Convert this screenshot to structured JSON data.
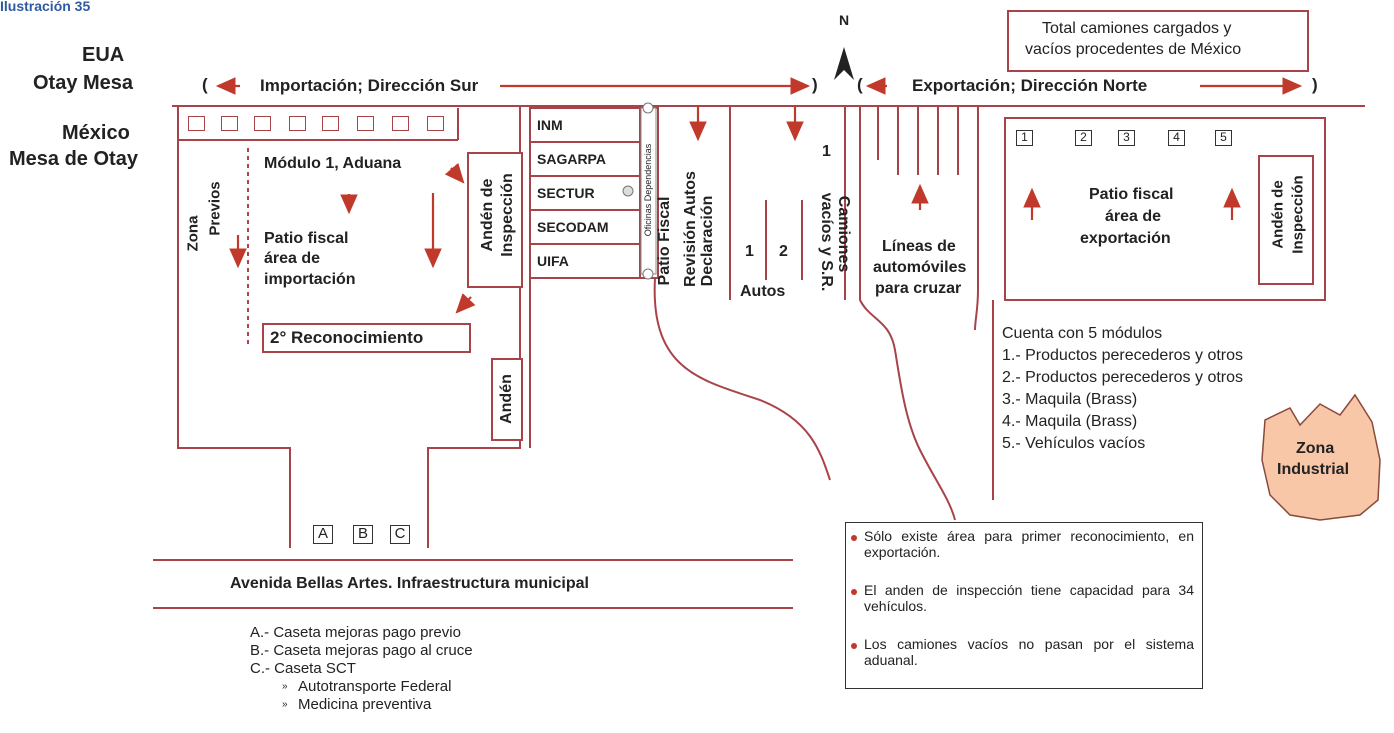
{
  "caption": "Ilustración 35",
  "colors": {
    "line": "#a8434a",
    "accent": "#2f5aa0",
    "zone": "#f7c7a8"
  },
  "compass": {
    "label": "N"
  },
  "top_left": {
    "country": "EUA",
    "place": "Otay Mesa"
  },
  "mid_left": {
    "country": "México",
    "place": "Mesa de Otay"
  },
  "top_box": {
    "line1": "Total camiones cargados y",
    "line2": "vacíos procedentes de México"
  },
  "import_label": "Importación; Dirección Sur",
  "export_label": "Exportación; Dirección Norte",
  "paren": {
    "open": "(",
    "close": ")"
  },
  "import_area": {
    "zona_previos_1": "Zona",
    "zona_previos_2": "Previos",
    "modulo": "Módulo 1, Aduana",
    "patio1": "Patio fiscal",
    "patio2": "área de",
    "patio3": "importación",
    "anden_inspeccion_1": "Andén de",
    "anden_inspeccion_2": "Inspección",
    "reconocimiento": "2° Reconocimiento",
    "anden": "Andén"
  },
  "dependencies": [
    "INM",
    "SAGARPA",
    "SECTUR",
    "SECODAM",
    "UIFA"
  ],
  "oficinas": "Oficinas Dependencias",
  "patio_revision": {
    "line1": "Patio Fiscal",
    "line2": "Revisión Autos",
    "line3": "Declaración"
  },
  "lanes": {
    "one": "1",
    "two": "2",
    "autos": "Autos",
    "top_one": "1",
    "camiones_1": "Camiones",
    "camiones_2": "vacíos y S.R."
  },
  "lineas": {
    "line1": "Líneas de",
    "line2": "automóviles",
    "line3": "para cruzar"
  },
  "export_area": {
    "modules": [
      "1",
      "2",
      "3",
      "4",
      "5"
    ],
    "patio1": "Patio fiscal",
    "patio2": "área de",
    "patio3": "exportación",
    "anden_1": "Andén de",
    "anden_2": "Inspección"
  },
  "modules_info": {
    "title": "Cuenta con 5 módulos",
    "items": [
      "1.- Productos perecederos y otros",
      "2.- Productos perecederos y otros",
      "3.- Maquila (Brass)",
      "4.- Maquila (Brass)",
      "5.- Vehículos vacíos"
    ]
  },
  "zona_industrial": {
    "line1": "Zona",
    "line2": "Industrial"
  },
  "casetas": [
    "A",
    "B",
    "C"
  ],
  "avenida": "Avenida Bellas Artes. Infraestructura municipal",
  "legend": {
    "items": [
      "A.- Caseta mejoras pago previo",
      "B.- Caseta mejoras pago al cruce",
      "C.- Caseta SCT"
    ],
    "sub": [
      "Autotransporte Federal",
      "Medicina preventiva"
    ],
    "sub_mark": "»"
  },
  "notes": [
    "Sólo existe área para primer reconocimiento, en exportación.",
    "El anden de inspección tiene capacidad para 34 vehículos.",
    "Los camiones vacíos no pasan por el sistema aduanal."
  ]
}
